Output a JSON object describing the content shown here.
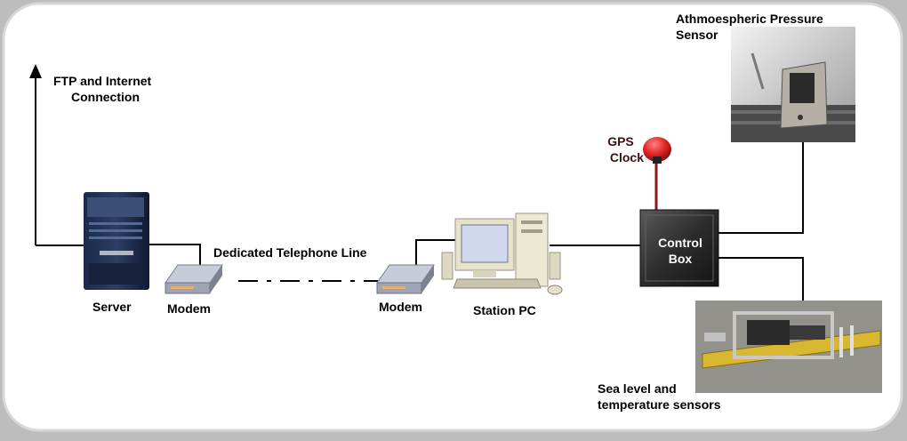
{
  "labels": {
    "ftp": [
      "FTP and Internet",
      "Connection"
    ],
    "server": "Server",
    "modem_left": "Modem",
    "telephone_line": "Dedicated Telephone Line",
    "modem_right": "Modem",
    "station_pc": "Station PC",
    "gps": [
      "GPS",
      "Clock"
    ],
    "control_box": [
      "Control",
      "Box"
    ],
    "pressure_sensor": [
      "Athmoespheric Pressure",
      "Sensor"
    ],
    "sea_sensors": [
      "Sea level and",
      "temperature sensors"
    ]
  }
}
